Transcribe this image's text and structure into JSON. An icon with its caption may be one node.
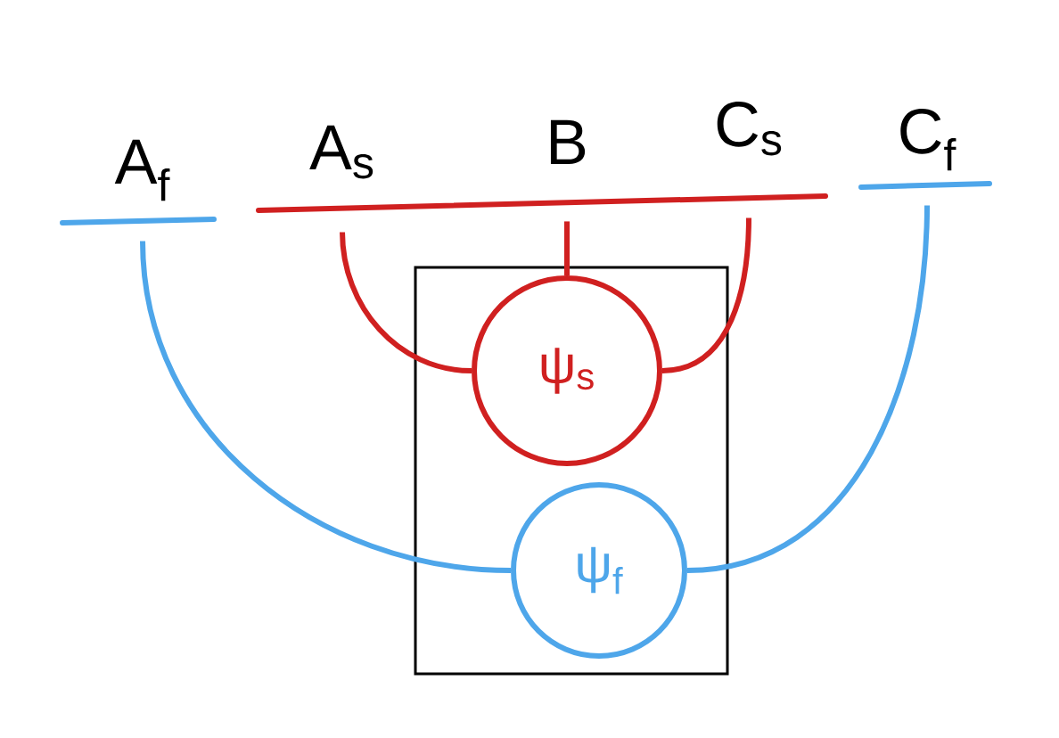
{
  "diagram": {
    "nodes": [
      {
        "text": [
          "A$_{f}$"
        ]
      },
      {
        "text": [
          "A$_{s}$"
        ]
      },
      {
        "text": [
          "B"
        ]
      },
      {
        "text": [
          "C$_{s}$"
        ]
      },
      {
        "text": [
          "C$_{f}$"
        ]
      },
      {
        "text": [],
        "shape": "box"
      },
      {
        "text": [
          "ψ$_{s}$"
        ],
        "in": 5
      },
      {
        "text": [
          "ψ$_{f}$"
        ],
        "in": 5
      }
    ],
    "edges": [
      {
        "from": 1,
        "to": 6,
        "arrow": "none"
      },
      {
        "from": 2,
        "to": 6,
        "arrow": "none"
      },
      {
        "from": 3,
        "to": 6,
        "arrow": "none"
      },
      {
        "from": 0,
        "to": 7,
        "arrow": "none",
        "color": "#4ea6ea"
      },
      {
        "from": 4,
        "to": 7,
        "arrow": "none",
        "color": "#4ea6ea"
      }
    ]
  }
}
